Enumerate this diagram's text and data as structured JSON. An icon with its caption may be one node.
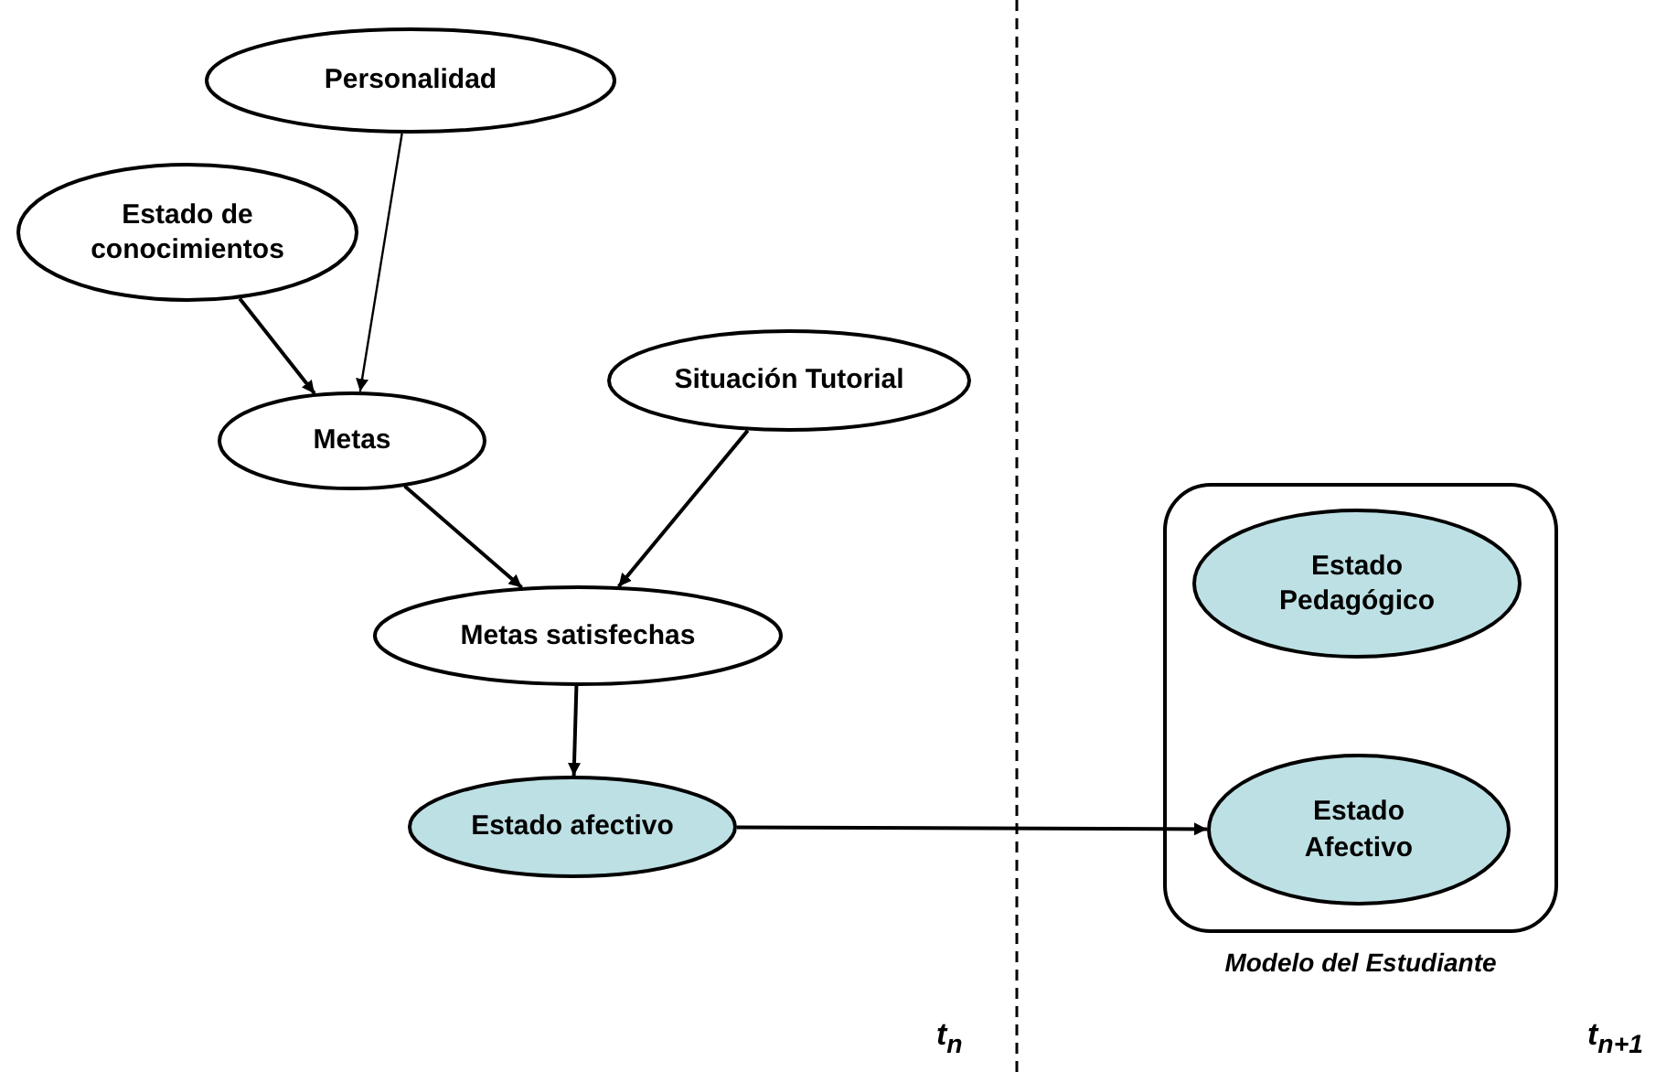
{
  "diagram": {
    "nodes": [
      {
        "text": [
          "Personalidad"
        ]
      },
      {
        "text": [
          "Estado de conocimientos"
        ]
      },
      {
        "text": [
          "Metas"
        ]
      },
      {
        "text": [
          "Situación Tutorial"
        ]
      },
      {
        "text": [
          "Metas satisfechas"
        ]
      },
      {
        "text": [
          "Estado afectivo"
        ]
      },
      {
        "text": [
          "Modelo del Estudiante"
        ]
      },
      {
        "text": [
          "Estado Pedagógico"
        ],
        "in": 6
      },
      {
        "text": [
          "Estado Afectivo"
        ],
        "in": 6
      }
    ],
    "edges": [
      {
        "from": 0,
        "to": 2,
        "arrow": "to"
      },
      {
        "from": 1,
        "to": 2,
        "arrow": "to"
      },
      {
        "from": 2,
        "to": 4,
        "arrow": "to"
      },
      {
        "from": 3,
        "to": 4,
        "arrow": "to"
      },
      {
        "from": 4,
        "to": 5,
        "arrow": "to"
      },
      {
        "from": 5,
        "to": 8,
        "arrow": "to"
      }
    ],
    "labels": [
      "t$_{n}$",
      "t$_{n+1}$"
    ]
  }
}
